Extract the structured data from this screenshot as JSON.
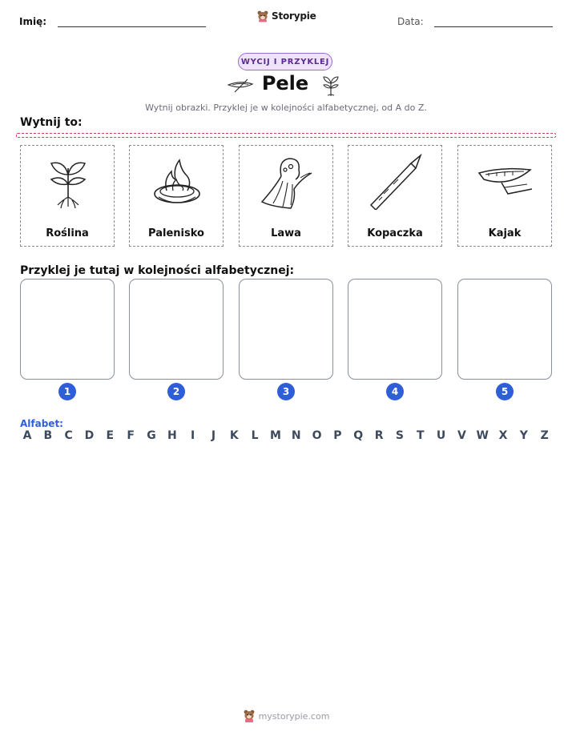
{
  "header": {
    "name_label": "Imię:",
    "date_label": "Data:",
    "brand": "Storypie"
  },
  "badge": "WYCIJ I PRZYKLEJ",
  "title": "Pele",
  "instructions": "Wytnij obrazki. Przyklej je w kolejności alfabetycznej, od A do Z.",
  "cut_section": {
    "title": "Wytnij to:",
    "cards": [
      {
        "label": "Roślina",
        "icon": "plant-icon"
      },
      {
        "label": "Palenisko",
        "icon": "fire-pit-icon"
      },
      {
        "label": "Lawa",
        "icon": "lava-icon"
      },
      {
        "label": "Kopaczka",
        "icon": "digging-stick-icon"
      },
      {
        "label": "Kajak",
        "icon": "kayak-icon"
      }
    ]
  },
  "paste_section": {
    "title": "Przyklej je tutaj w kolejności alfabetycznej:",
    "numbers": [
      "1",
      "2",
      "3",
      "4",
      "5"
    ]
  },
  "alphabet": {
    "label": "Alfabet:",
    "letters": [
      "A",
      "B",
      "C",
      "D",
      "E",
      "F",
      "G",
      "H",
      "I",
      "J",
      "K",
      "L",
      "M",
      "N",
      "O",
      "P",
      "Q",
      "R",
      "S",
      "T",
      "U",
      "V",
      "W",
      "X",
      "Y",
      "Z"
    ]
  },
  "footer": "mystorypie.com",
  "colors": {
    "accent": "#2f5fd8",
    "badge_border": "#9a6ed0",
    "badge_bg": "#efe2fb",
    "cut_line": "#c8454b"
  }
}
